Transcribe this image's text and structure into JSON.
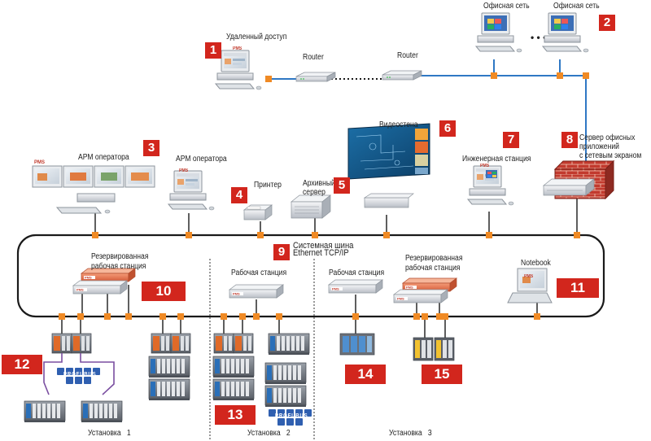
{
  "labels": {
    "remote_access": "Удаленный доступ",
    "router_1": "Router",
    "router_2": "Router",
    "office_net_1": "Офисная сеть",
    "office_net_2": "Офисная сеть",
    "video_wall": "Видеостена",
    "operator_ws_1": "АРМ оператора",
    "operator_ws_2": "АРМ оператора",
    "printer": "Принтер",
    "archive_server": "Архивный\nсервер",
    "engineering_station": "Инженерная станция",
    "office_server": "Сервер офисных\nприложений\nс сетевым экраном",
    "system_bus": "Системная шина\nEthernet TCP/IP",
    "redundant_ws_1": "Резервированная\nрабочая станция",
    "workstation_1": "Рабочая станция",
    "workstation_2": "Рабочая станция",
    "redundant_ws_2": "Резервированная\nрабочая станция",
    "notebook": "Notebook",
    "installation_1": "Установка   1",
    "installation_2": "Установка   2",
    "installation_3": "Установка   3",
    "profibus": "PROFI BUS",
    "pms_logo": "PMS"
  },
  "badges": [
    "1",
    "2",
    "3",
    "4",
    "5",
    "6",
    "7",
    "8",
    "9",
    "10",
    "11",
    "12",
    "13",
    "14",
    "15"
  ],
  "colors": {
    "badge": "#d2261d",
    "bus_line": "#1a1a1a",
    "wan_line": "#2f78c4",
    "node": "#f08a24",
    "profibus_line": "#7a4ea0",
    "firewall": "#c23a2e"
  }
}
